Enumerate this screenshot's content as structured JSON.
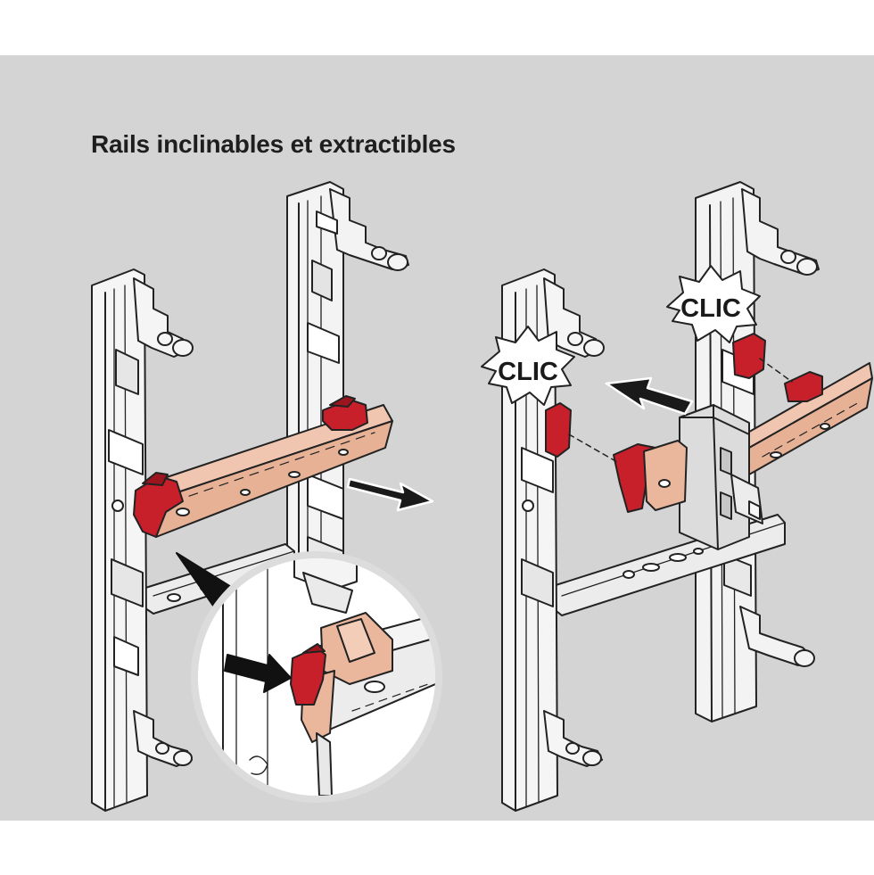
{
  "title": "Rails inclinables et extractibles",
  "callouts": {
    "clic_left": "CLIC",
    "clic_right": "CLIC"
  },
  "colors": {
    "panel_bg": "#d4d4d4",
    "bracket": "#f4f4f4",
    "outline": "#222222",
    "rail": "#e8b49a",
    "clip_red": "#c8202b",
    "breaker": "#dcdcdc"
  },
  "icons": [
    "arrow-icon",
    "clic-burst-icon",
    "magnifier-circle"
  ]
}
